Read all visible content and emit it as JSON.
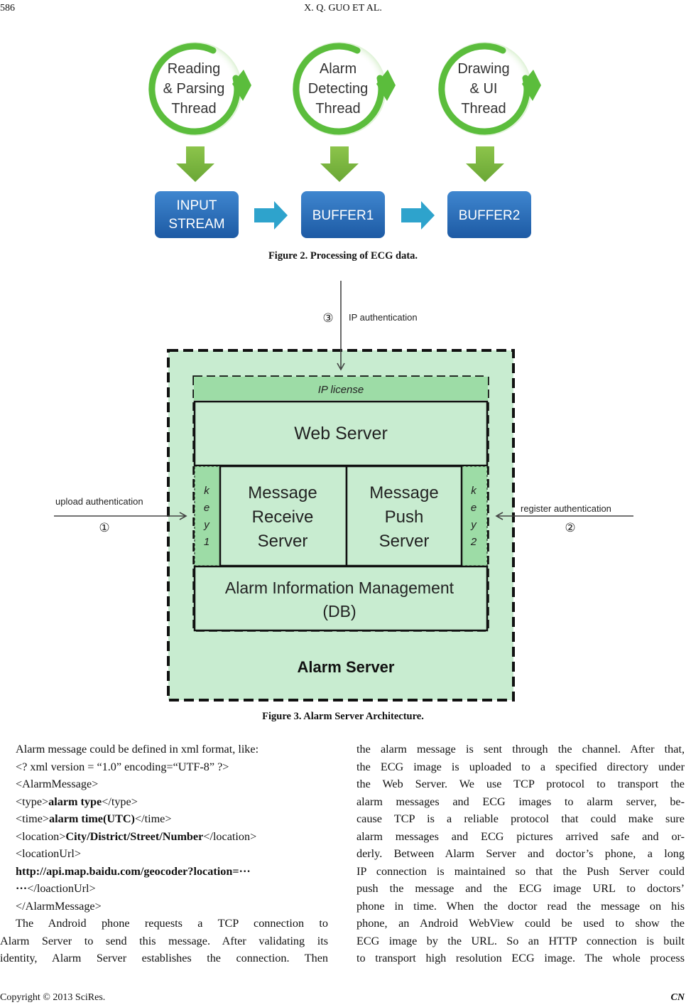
{
  "header": {
    "page_number": "586",
    "running_title": "X. Q. GUO    ET    AL."
  },
  "figure2": {
    "threads": [
      {
        "lines": [
          "Reading",
          "& Parsing",
          "Thread"
        ]
      },
      {
        "lines": [
          "Alarm",
          "Detecting",
          "Thread"
        ]
      },
      {
        "lines": [
          "Drawing",
          "& UI",
          "Thread"
        ]
      }
    ],
    "boxes": [
      {
        "lines": [
          "INPUT",
          "STREAM"
        ]
      },
      {
        "lines": [
          "BUFFER1"
        ]
      },
      {
        "lines": [
          "BUFFER2"
        ]
      }
    ],
    "caption": "Figure 2. Processing of ECG data.",
    "colors": {
      "ring": "#5bbd3c",
      "down_arrow": "#77b13a",
      "box": "#2d6db5",
      "right_arrow": "#2ea3cc"
    }
  },
  "figure3": {
    "ip_auth_num": "③",
    "ip_auth_label": "IP authentication",
    "ip_license": "IP license",
    "web_server": "Web Server",
    "message_receive": [
      "Message",
      "Receive",
      "Server"
    ],
    "message_push": [
      "Message",
      "Push",
      "Server"
    ],
    "key1": [
      "k",
      "e",
      "y",
      "1"
    ],
    "key2": [
      "k",
      "e",
      "y",
      "2"
    ],
    "upload_label": "upload authentication",
    "upload_num": "①",
    "register_label": "register authentication",
    "register_num": "②",
    "alarm_info_line1": "Alarm Information Management",
    "alarm_info_line2": "(DB)",
    "alarm_server": "Alarm Server",
    "caption": "Figure 3. Alarm Server Architecture.",
    "colors": {
      "outer_fill": "#c8ecd0",
      "strip_fill": "#9ddca6"
    }
  },
  "left_column": {
    "intro": "Alarm message could be defined in xml format, like:",
    "xml_decl": "<? xml version = “1.0” encoding=“UTF-8” ?>",
    "open_root": "<AlarmMessage>",
    "type_open": "<type>",
    "type_val": "alarm type",
    "type_close": "</type>",
    "time_open": "<time>",
    "time_val": "alarm time(UTC)",
    "time_close": "</time>",
    "loc_open": "<location>",
    "loc_val": "City/District/Street/Number",
    "loc_close": "</location>",
    "url_open": "<locationUrl>",
    "url_val": "http://api.map.baidu.com/geocoder?location=···",
    "url_cont": "···",
    "url_close": "</loactionUrl>",
    "close_root": "</AlarmMessage>",
    "para_lines": [
      "The Android phone requests a TCP connection to",
      "Alarm Server to send this message. After validating its",
      "identity, Alarm Server establishes the connection. Then"
    ]
  },
  "right_column": {
    "lines": [
      "the alarm message is sent through the channel. After that,",
      "the ECG image is uploaded to a specified directory under",
      "the Web Server. We use TCP protocol to transport the",
      "alarm messages and ECG images to alarm server, be-",
      "cause TCP is a reliable protocol that could make sure",
      "alarm messages and ECG pictures arrived safe and or-",
      "derly. Between Alarm Server and doctor’s phone, a long",
      "IP connection is maintained so that the Push Server could",
      "push the message and the ECG image URL to doctors’",
      "phone in time. When the doctor read the message on his",
      "phone, an Android WebView could be used to show the",
      "ECG image by the URL. So an HTTP connection is built",
      "to transport high resolution ECG image. The whole process"
    ]
  },
  "footer": {
    "copyright": "Copyright © 2013 SciRes.",
    "journal": "CN"
  }
}
